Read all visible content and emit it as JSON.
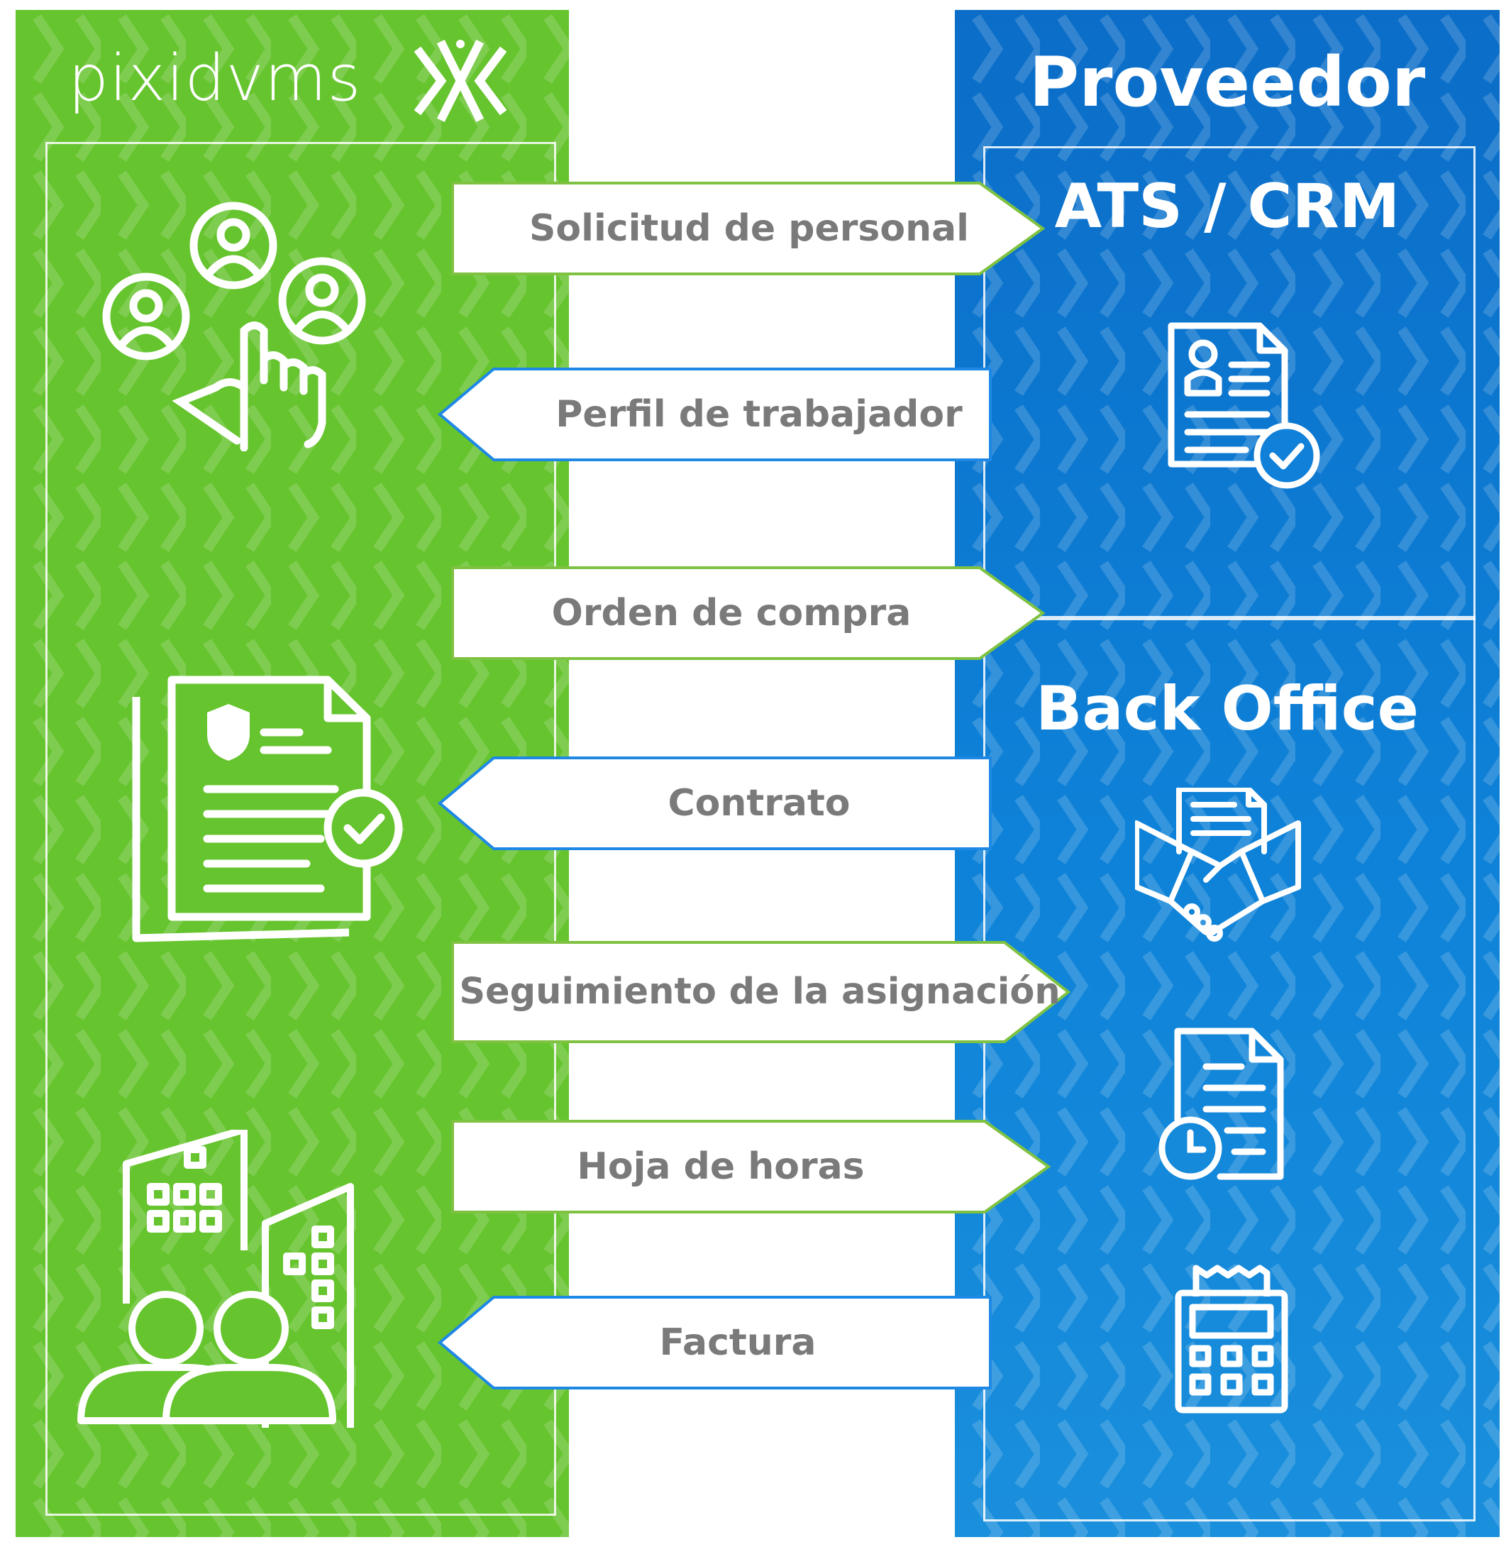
{
  "brand": {
    "logo_text": "pixidvms",
    "logo_mark_icon": "pixid-x-mark-icon"
  },
  "colors": {
    "client_green": "#66c42e",
    "provider_blue": "#0b6dc8",
    "arrow_text": "#7a7a7a",
    "arrow_right_outline": "#7fc241",
    "arrow_left_outline": "#1e88e5"
  },
  "provider": {
    "title": "Proveedor",
    "ats_title": "ATS / CRM",
    "backoffice_title": "Back Office"
  },
  "flows": [
    {
      "label": "Solicitud de personal",
      "direction": "right"
    },
    {
      "label": "Perfil de trabajador",
      "direction": "left"
    },
    {
      "label": "Orden de compra",
      "direction": "right"
    },
    {
      "label": "Contrato",
      "direction": "left"
    },
    {
      "label": "Seguimiento de la asignación",
      "direction": "right"
    },
    {
      "label": "Hoja de horas",
      "direction": "right"
    },
    {
      "label": "Factura",
      "direction": "left"
    }
  ],
  "icons": {
    "left": [
      "people-selection-icon",
      "contract-document-icon",
      "company-buildings-people-icon"
    ],
    "right": [
      "resume-check-icon",
      "handshake-agreement-icon",
      "timesheet-document-icon",
      "invoice-calculator-icon"
    ]
  }
}
